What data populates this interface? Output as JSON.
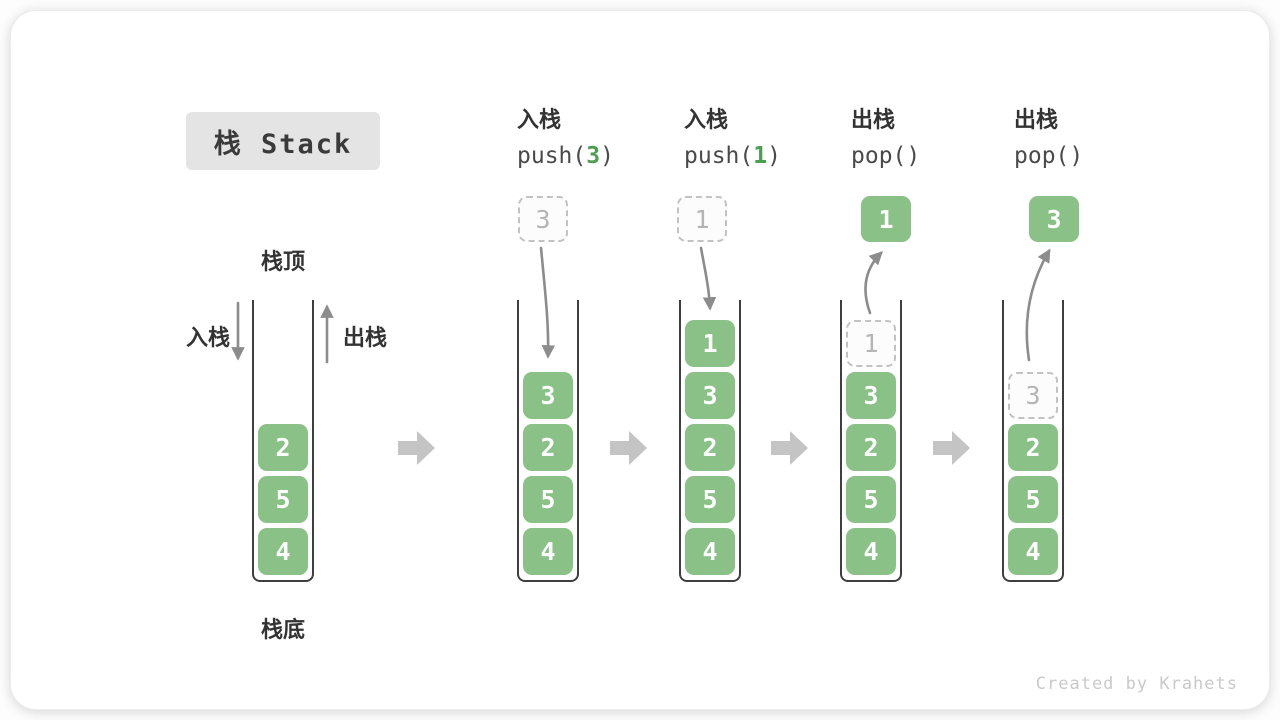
{
  "title": "栈 Stack",
  "watermark": "Created by Krahets",
  "legend": {
    "stack_top": "栈顶",
    "stack_bottom": "栈底",
    "push_label": "入栈",
    "pop_label": "出栈"
  },
  "operations": [
    {
      "label": "入栈",
      "code_before": "push(",
      "code_arg": "3",
      "code_after": ")"
    },
    {
      "label": "入栈",
      "code_before": "push(",
      "code_arg": "1",
      "code_after": ")"
    },
    {
      "label": "出栈",
      "code_before": "pop(",
      "code_arg": "",
      "code_after": ")"
    },
    {
      "label": "出栈",
      "code_before": "pop(",
      "code_arg": "",
      "code_after": ")"
    }
  ],
  "stacks": [
    {
      "cells": [
        "2",
        "5",
        "4"
      ]
    },
    {
      "floating": "3",
      "floating_style": "dashed",
      "cells": [
        "3",
        "2",
        "5",
        "4"
      ]
    },
    {
      "floating": "1",
      "floating_style": "dashed",
      "cells": [
        "1",
        "3",
        "2",
        "5",
        "4"
      ]
    },
    {
      "floating": "1",
      "floating_style": "solid",
      "ghost": "1",
      "cells": [
        "3",
        "2",
        "5",
        "4"
      ]
    },
    {
      "floating": "3",
      "floating_style": "solid",
      "ghost": "3",
      "cells": [
        "2",
        "5",
        "4"
      ]
    }
  ],
  "colors": {
    "cell-green": "#8AC186",
    "code-green": "#4D9E53",
    "arrow-gray": "#8C8C8C",
    "block-arrow-gray": "#C4C4C4",
    "ghost-gray": "#C2C2C2",
    "ghost-text": "#B5B5B5",
    "ink": "#333333",
    "code-ink": "#4A4A4A",
    "title-bg": "#E4E4E4",
    "container-border": "#3F3F3F",
    "watermark-gray": "#C9C9C9"
  }
}
